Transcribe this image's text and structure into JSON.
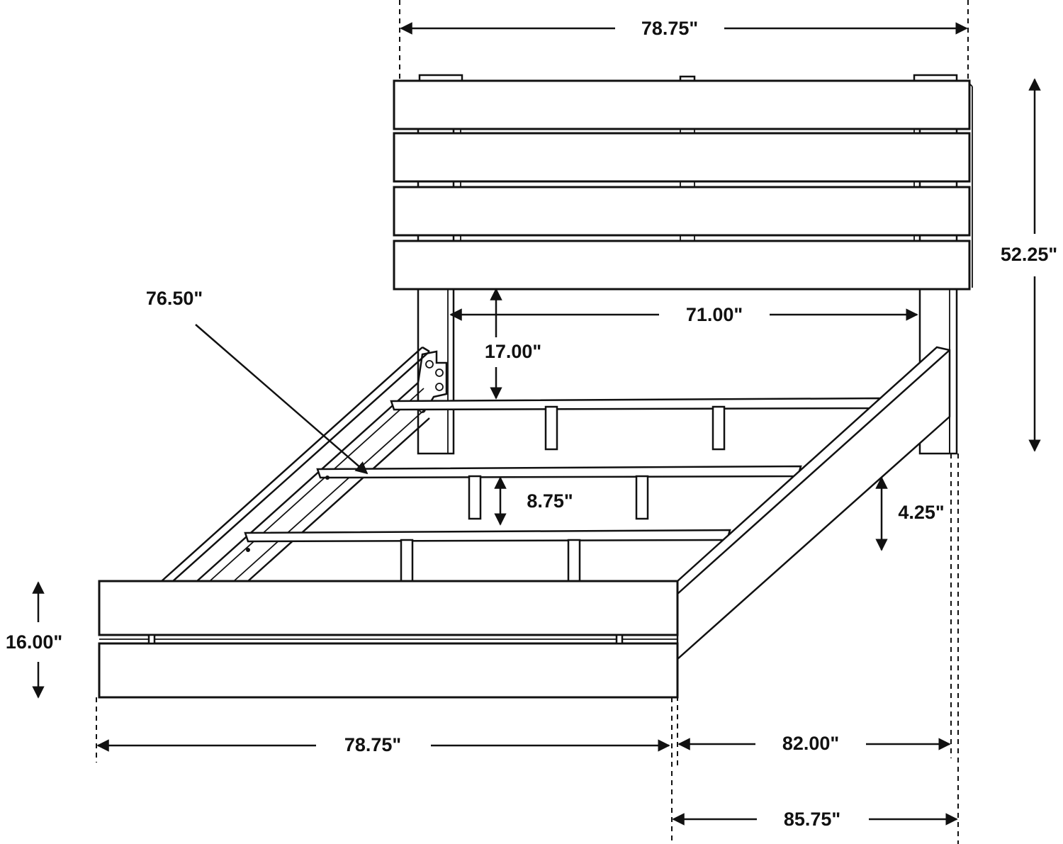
{
  "dimensions": {
    "headboard_width": "78.75\"",
    "headboard_height": "52.25\"",
    "inner_width": "71.00\"",
    "rail_length": "76.50\"",
    "clearance_height": "17.00\"",
    "slat_gap": "8.75\"",
    "side_rail_height": "4.25\"",
    "footboard_height": "16.00\"",
    "footboard_width": "78.75\"",
    "overall_length": "82.00\"",
    "total_length": "85.75\""
  },
  "colors": {
    "line": "#111111",
    "background": "#ffffff"
  }
}
